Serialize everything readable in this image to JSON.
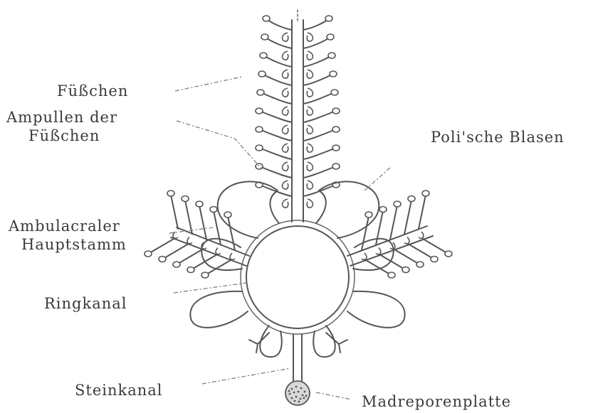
{
  "labels": {
    "fuesschen": "Füßchen",
    "ampullen_line1": "Ampullen der",
    "ampullen_line2": "Füßchen",
    "polische_blasen": "Poli'sche Blasen",
    "ambulacral_line1": "Ambulacraler",
    "ambulacral_line2": "Hauptstamm",
    "ringkanal": "Ringkanal",
    "steinkanal": "Steinkanal",
    "madreporenplatte": "Madreporenplatte"
  },
  "colors": {
    "line": "#555555",
    "text": "#3a3a3a",
    "madreporite_fill": "#9a9a9a"
  }
}
